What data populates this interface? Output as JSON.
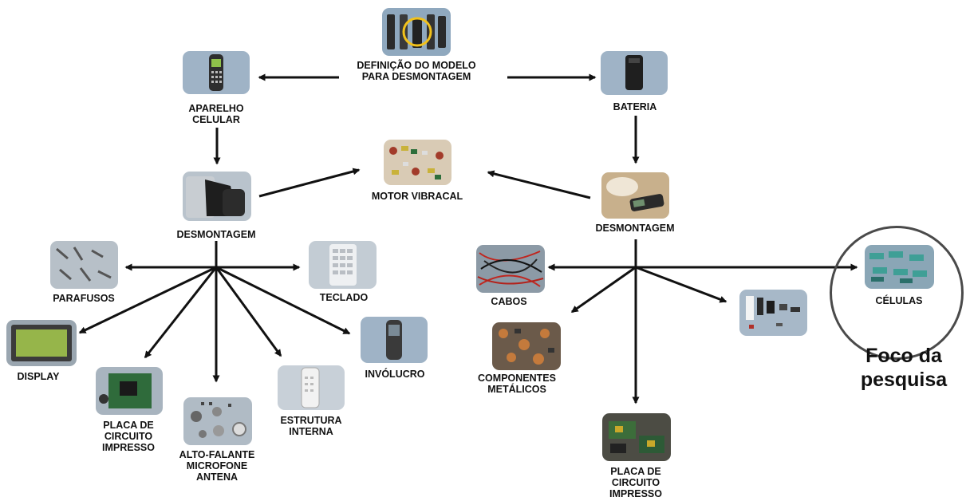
{
  "nodes": {
    "definicao": {
      "label": "DEFINIÇÃO DO MODELO\nPARA DESMONTAGEM",
      "icon": "phone-models-photo-icon"
    },
    "aparelho": {
      "label": "APARELHO\nCELULAR",
      "icon": "cell-phone-photo-icon"
    },
    "bateria": {
      "label": "BATERIA",
      "icon": "battery-photo-icon"
    },
    "desmontagem_celular": {
      "label": "DESMONTAGEM",
      "icon": "phone-disassembly-photo-icon"
    },
    "motor": {
      "label": "MOTOR VIBRACAL",
      "icon": "vibration-motors-photo-icon"
    },
    "desmontagem_bateria": {
      "label": "DESMONTAGEM",
      "icon": "battery-disassembly-photo-icon"
    },
    "parafusos": {
      "label": "PARAFUSOS",
      "icon": "screws-photo-icon"
    },
    "teclado": {
      "label": "TECLADO",
      "icon": "keypad-photo-icon"
    },
    "display": {
      "label": "DISPLAY",
      "icon": "display-photo-icon"
    },
    "placa_celular": {
      "label": "PLACA DE\nCIRCUITO\nIMPRESSO",
      "icon": "circuit-board-photo-icon"
    },
    "alto_falante": {
      "label": "ALTO-FALANTE\nMICROFONE\nANTENA",
      "icon": "speaker-parts-photo-icon"
    },
    "estrutura": {
      "label": "ESTRUTURA\nINTERNA",
      "icon": "internal-frame-photo-icon"
    },
    "involucro": {
      "label": "INVÓLUCRO",
      "icon": "phone-case-photo-icon"
    },
    "cabos": {
      "label": "CABOS",
      "icon": "cables-photo-icon"
    },
    "componentes": {
      "label": "COMPONENTES\nMETÁLICOS",
      "icon": "metal-components-photo-icon"
    },
    "placa_bateria": {
      "label": "PLACA DE\nCIRCUITO\nIMPRESSO",
      "icon": "battery-circuit-board-photo-icon"
    },
    "pecas": {
      "label": "",
      "icon": "small-parts-photo-icon"
    },
    "celulas": {
      "label": "CÉLULAS",
      "icon": "battery-cells-photo-icon"
    }
  },
  "focus": {
    "label": "Foco da\npesquisa"
  },
  "colors": {
    "arrow": "#111111",
    "focus_circle": "#4a4a4a",
    "thumb_bg": "#9fb3c6"
  }
}
